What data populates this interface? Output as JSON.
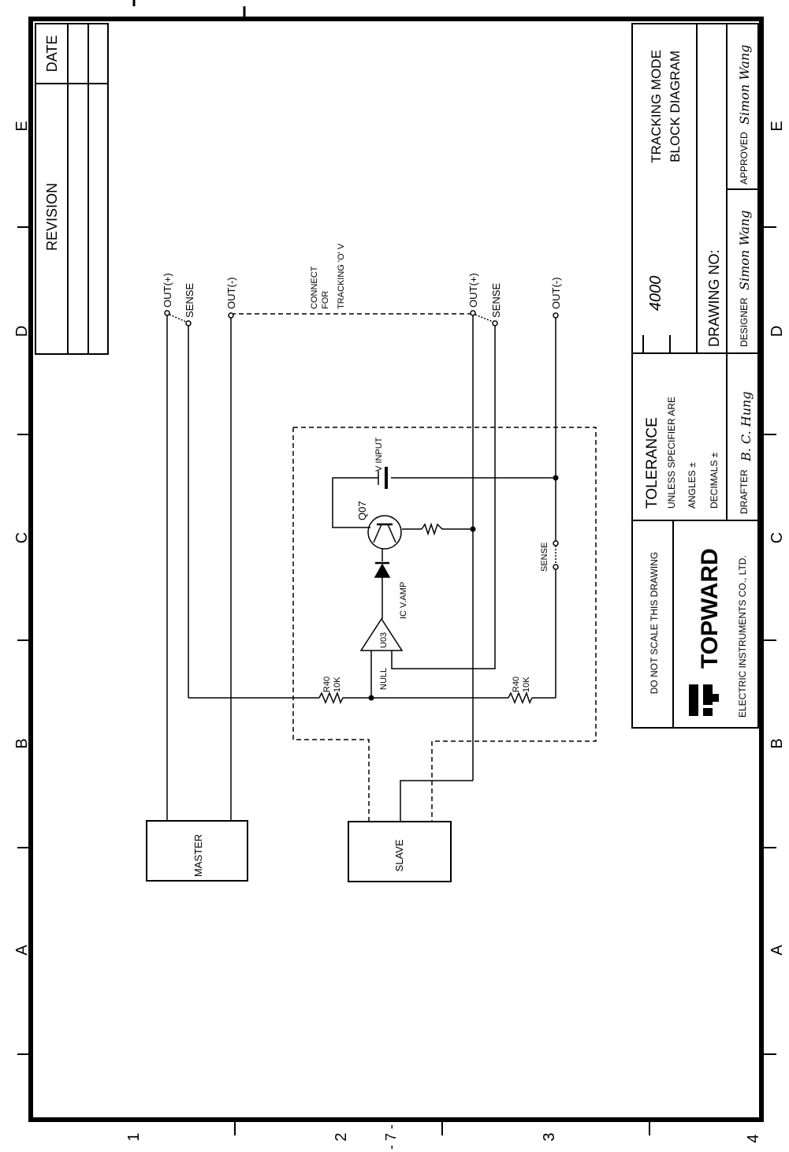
{
  "border": {
    "top_zone_letters": [
      "E",
      "D",
      "C",
      "B",
      "A"
    ],
    "bottom_zone_numbers": [
      "1",
      "2",
      "3",
      "4"
    ],
    "page_label": "- 7 -"
  },
  "revision_block": {
    "revision": "REVISION",
    "date": "DATE"
  },
  "title_block": {
    "model": "4000",
    "title_line1": "TRACKING MODE",
    "title_line2": "BLOCK DIAGRAM",
    "drawing_no": "DRAWING NO:",
    "designer": "DESIGNER",
    "approved": "APPROVED",
    "drafter": "DRAFTER",
    "designer_signature": "Simon Wang",
    "approved_signature": "Simon Wang",
    "drafter_signature": "B. C. Hung",
    "tolerance": "TOLERANCE",
    "unless": "UNLESS SPECIFIER ARE",
    "angles": "ANGLES ±",
    "decimals": "DECIMALS ±",
    "do_not_scale": "DO NOT SCALE THIS DRAWING",
    "company": "TOPWARD",
    "company_full": "ELECTRIC INSTRUMENTS CO., LTD."
  },
  "diagram": {
    "master_out_plus": "OUT(+)",
    "master_sense": "SENSE",
    "master_out_minus": "OUT(-)",
    "connect_line1": "CONNECT",
    "connect_line2": "FOR",
    "connect_line3": "TRACKING 'O' V",
    "slave_out_plus": "OUT(+)",
    "slave_sense": "SENSE",
    "slave_out_minus": "OUT(-)",
    "v_input": "V INPUT",
    "q_label": "Q07",
    "amp_label": "IC V.AMP",
    "amp_ref": "U03",
    "null": "NULL",
    "r1_ref": "R40",
    "r1_val": "10K",
    "r2_ref": "R40",
    "r2_val": "10K",
    "sense_mid": "SENSE",
    "master": "MASTER",
    "slave": "SLAVE"
  }
}
